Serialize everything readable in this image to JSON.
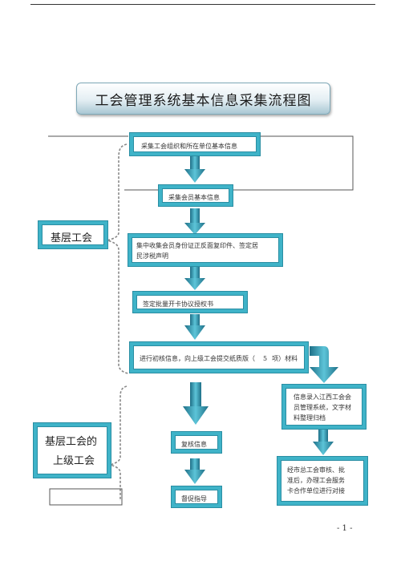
{
  "title": "工会管理系统基本信息采集流程图",
  "steps": {
    "s1": "采集工会组织和所在单位基本信息",
    "s2": "采集会员基本信息",
    "s3_line1": "集中收集会员身份证正反面复印件、签定居",
    "s3_line2": "民涉税声明",
    "s4": "签定批量开卡协议授权书",
    "s5_left": "进行初核信息，向上级工会提交纸质版（",
    "s5_num": "5",
    "s5_right": "项）材料",
    "r1_line1": "信息录入江西工会会",
    "r1_line2": "员管理系统，文字材",
    "r1_line3": "料整理归档",
    "r2_line1": "经市总工会审核、批",
    "r2_line2": "准后，办理工会服务",
    "r2_line3": "卡合作单位进行对接",
    "c1": "复核信息",
    "c2": "督促指导"
  },
  "labels": {
    "grassroots": "基层工会",
    "upper_line1": "基层工会的",
    "upper_line2": "上级工会"
  },
  "page_number": "- 1 -",
  "colors": {
    "box_border": "#3fb3c8",
    "arrow": "#1e7a94",
    "arrow_light": "#5cc4d8"
  }
}
